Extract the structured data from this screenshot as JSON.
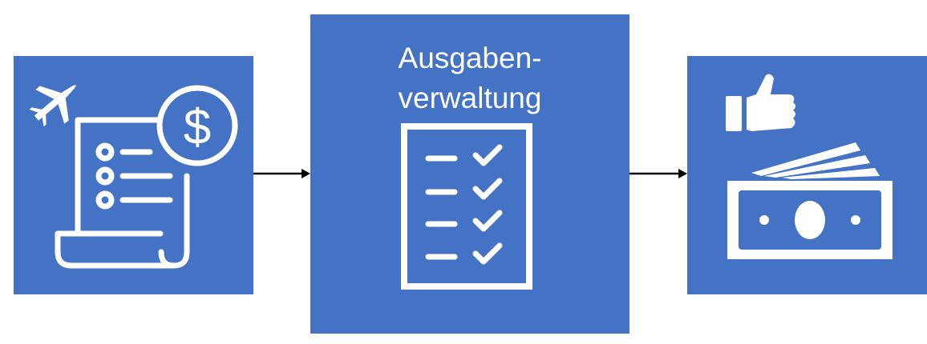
{
  "diagram": {
    "nodes": [
      {
        "id": "expense-submission",
        "label": "",
        "icons": [
          "airplane-icon",
          "receipt-icon",
          "dollar-icon"
        ]
      },
      {
        "id": "expense-management",
        "label_lines": [
          "Ausgaben-",
          "verwaltung"
        ],
        "icons": [
          "checklist-icon"
        ]
      },
      {
        "id": "reimbursement",
        "label": "",
        "icons": [
          "thumbs-up-icon",
          "banknotes-icon"
        ]
      }
    ],
    "edges": [
      {
        "from": "expense-submission",
        "to": "expense-management"
      },
      {
        "from": "expense-management",
        "to": "reimbursement"
      }
    ],
    "colors": {
      "box_fill": "#4472c4",
      "icon": "#ffffff",
      "arrow": "#000000"
    }
  }
}
